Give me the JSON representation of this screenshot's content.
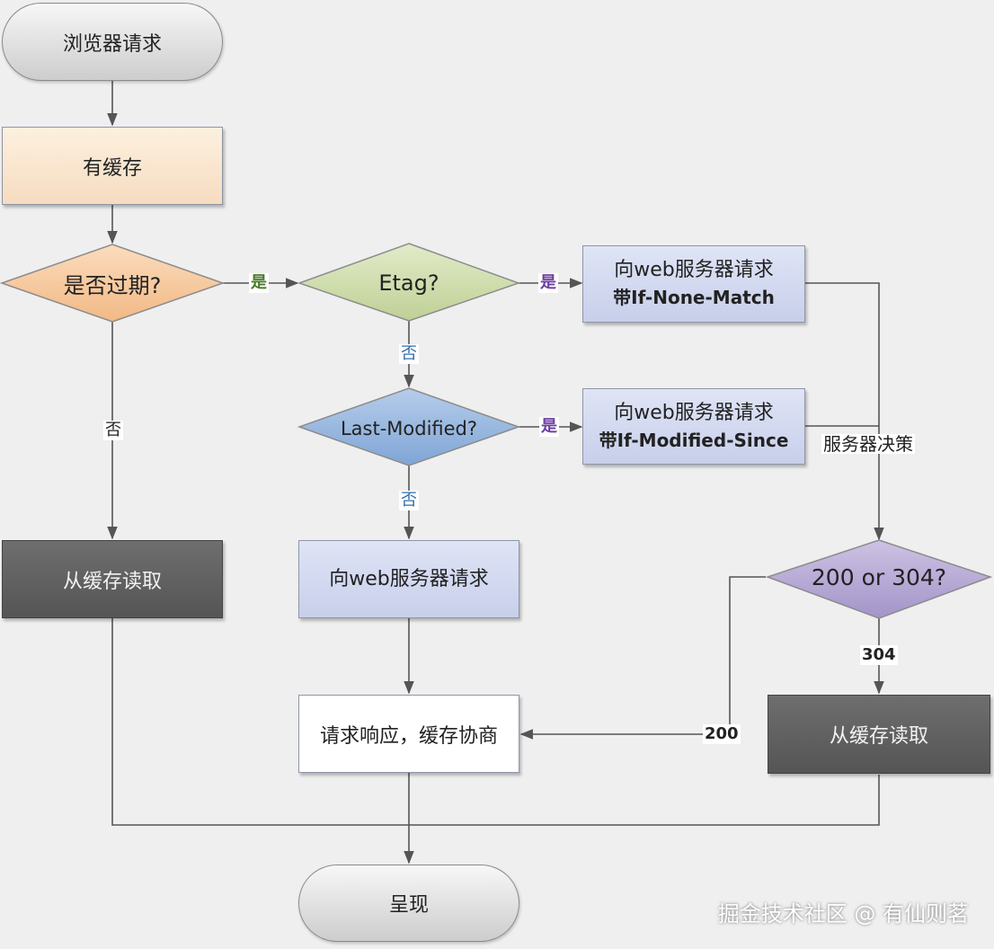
{
  "nodes": {
    "start": "浏览器请求",
    "has_cache": "有缓存",
    "expired": "是否过期?",
    "etag": "Etag?",
    "req_etag_line1": "向web服务器请求",
    "req_etag_line2": "带If-None-Match",
    "last_modified": "Last-Modified?",
    "req_lm_line1": "向web服务器请求",
    "req_lm_line2": "带If-Modified-Since",
    "read_cache_left": "从缓存读取",
    "req_plain": "向web服务器请求",
    "status_check": "200 or 304?",
    "response": "请求响应，缓存协商",
    "read_cache_right": "从缓存读取",
    "render": "呈现"
  },
  "edge_labels": {
    "expired_yes": "是",
    "etag_yes": "是",
    "etag_no": "否",
    "lm_yes": "是",
    "lm_no": "否",
    "expired_no": "否",
    "server_decision": "服务器决策",
    "code_304": "304",
    "code_200": "200"
  },
  "colors": {
    "expired_fill": "#f6c79a",
    "etag_fill": "#cfdcaa",
    "last_modified_fill": "#9bbbe0",
    "status_fill": "#b8aad3"
  },
  "watermark": "掘金技术社区 @ 有仙则茗"
}
